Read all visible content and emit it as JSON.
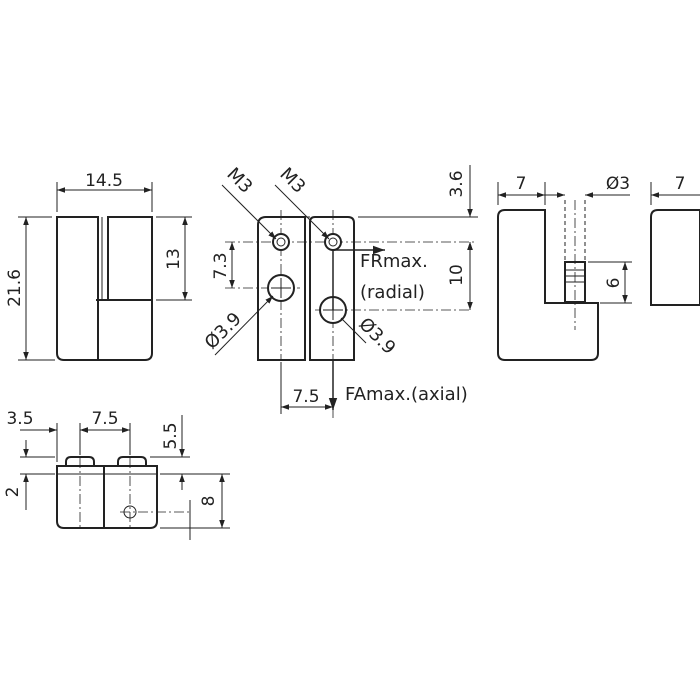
{
  "front_view": {
    "width": "14.5",
    "height": "21.6",
    "slot_depth": "13"
  },
  "middle_view": {
    "thread_left": "M3",
    "thread_right": "M3",
    "hole_spacing_v": "7.3",
    "hole_left": "Ø3.9",
    "hole_right": "Ø3.9",
    "top_offset": "3.6",
    "height_10": "10",
    "offset_7_5": "7.5",
    "force_radial_line1": "FRmax.",
    "force_radial_line2": "(radial)",
    "force_axial": "FAmax.(axial)"
  },
  "side_view": {
    "width": "7",
    "pin_dia": "Ø3",
    "pin_height": "6"
  },
  "end_view": {
    "width": "7"
  },
  "bottom_view": {
    "offset_left": "3.5",
    "spacing": "7.5",
    "top_height": "5.5",
    "left_height": "2",
    "right_height": "8"
  }
}
